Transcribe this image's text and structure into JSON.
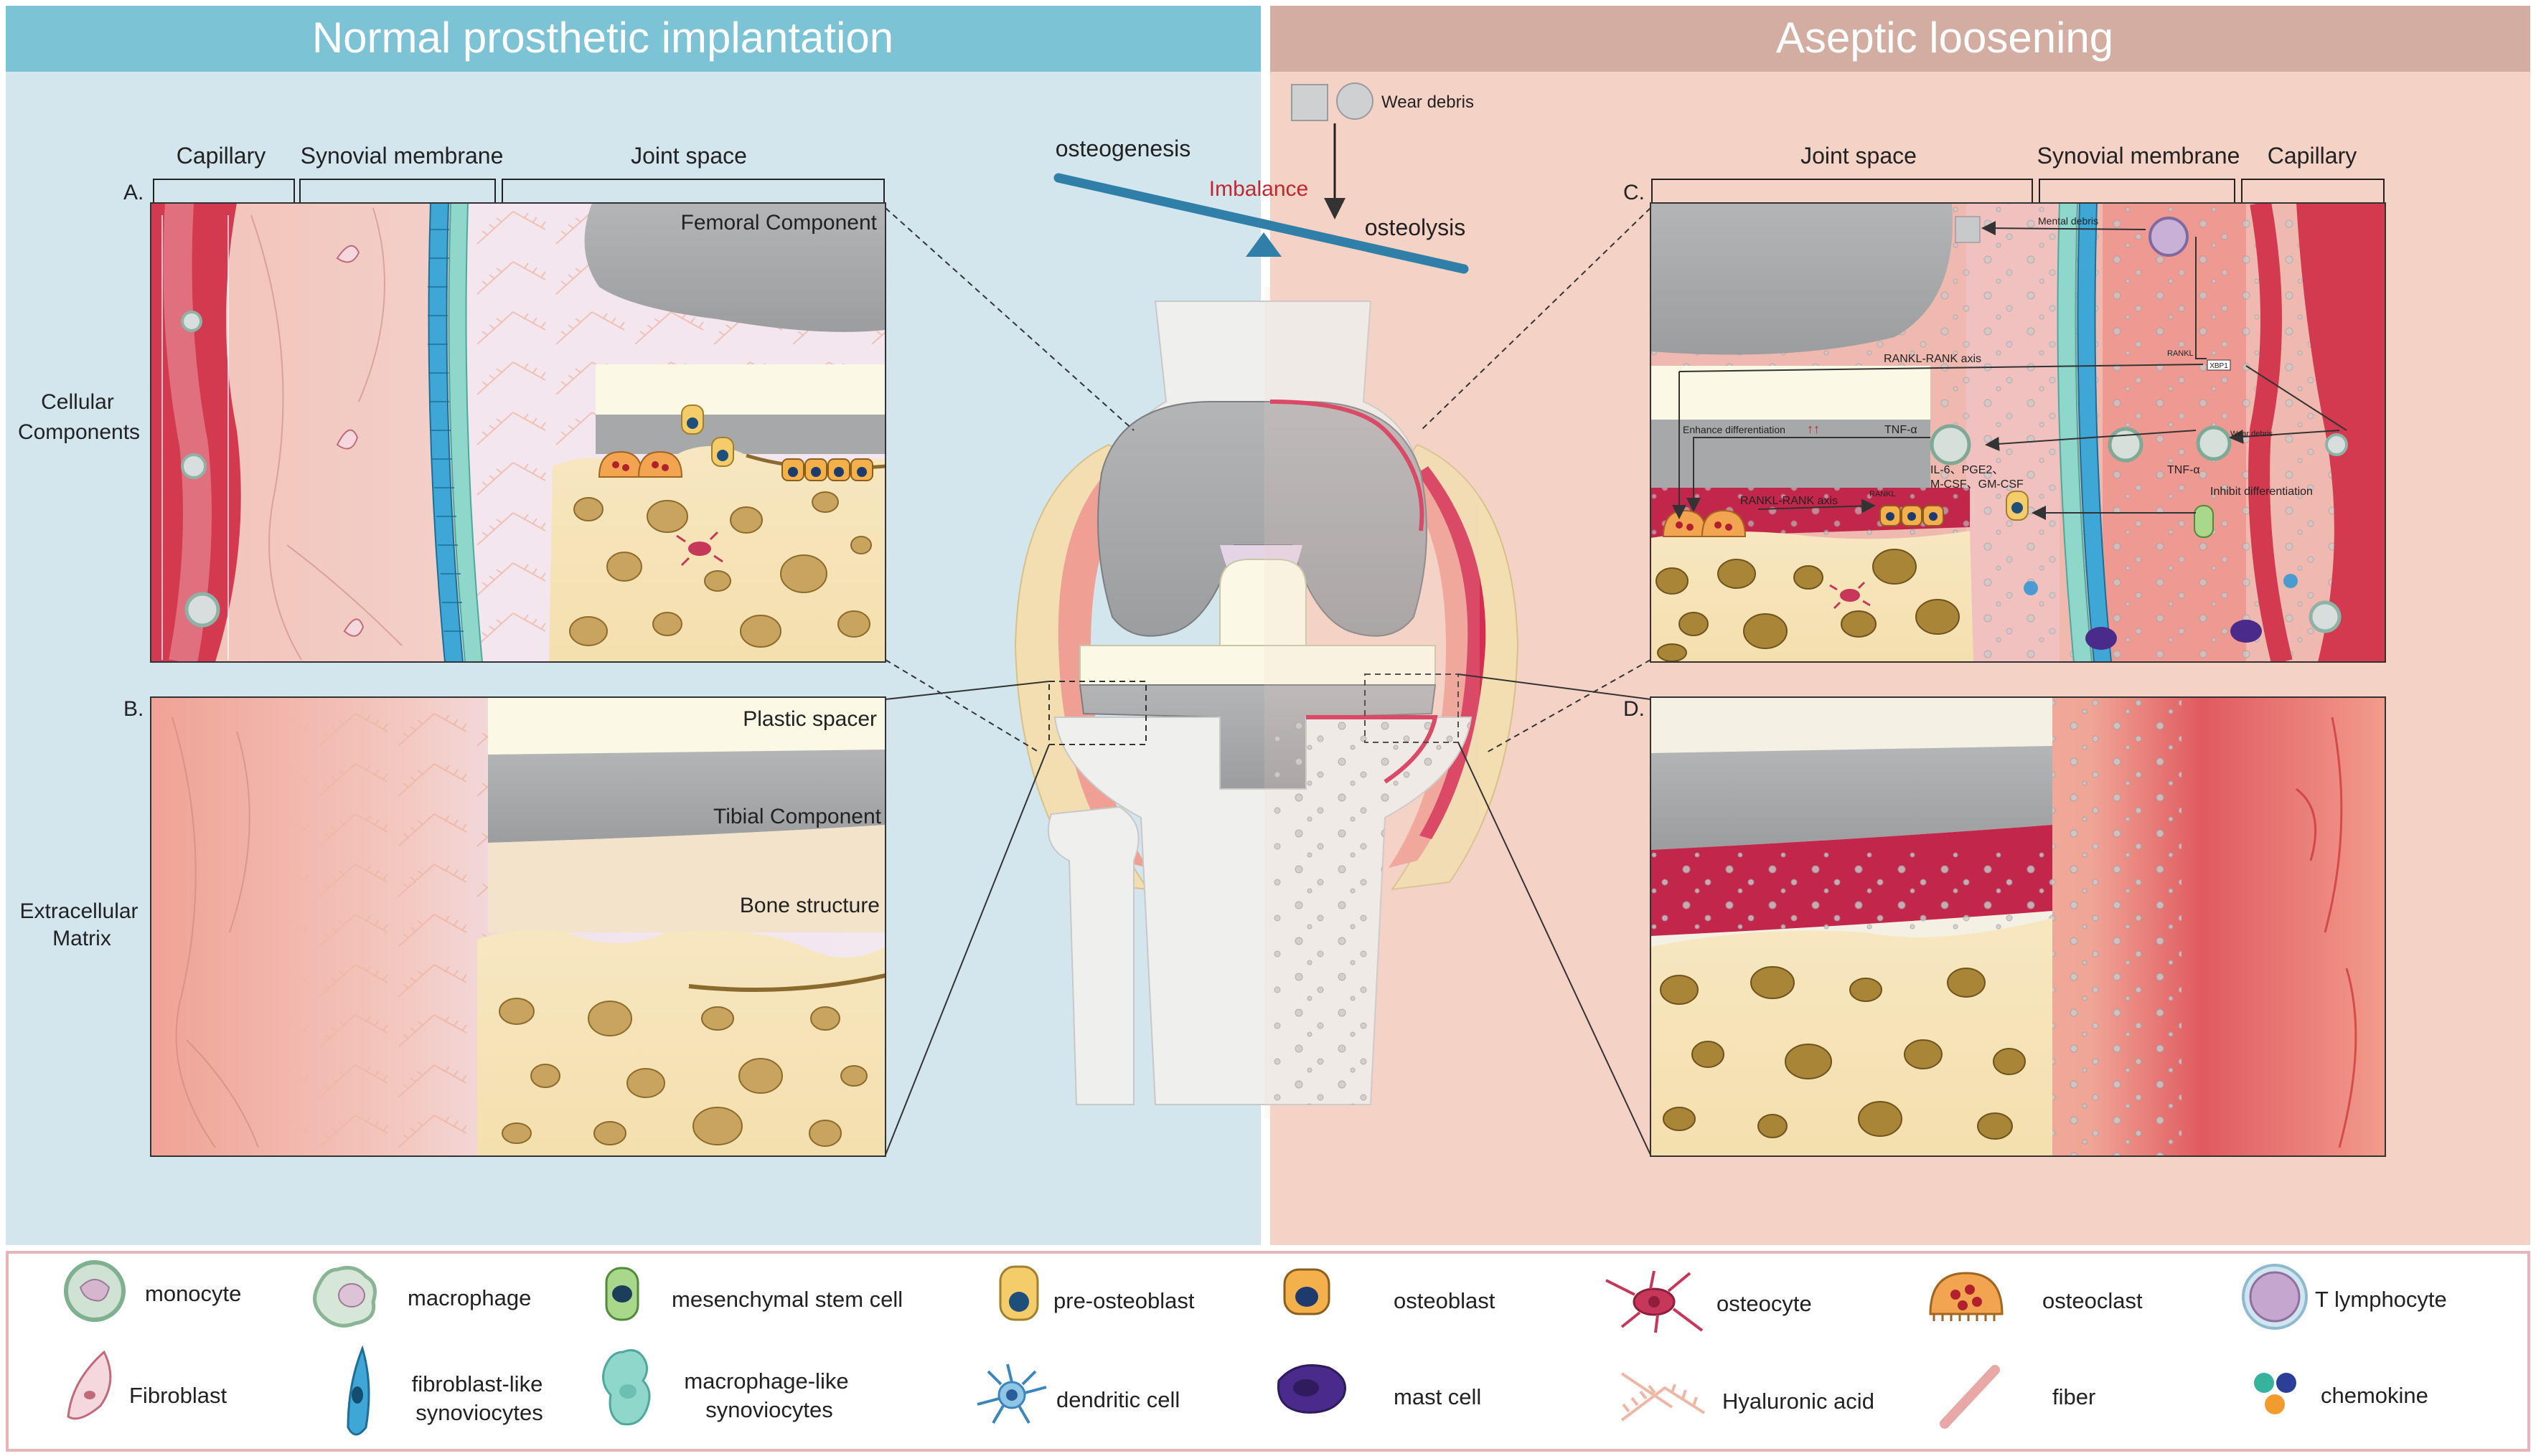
{
  "titles": {
    "left": "Normal prosthetic implantation",
    "right": "Aseptic loosening"
  },
  "panel_letters": {
    "a": "A.",
    "b": "B.",
    "c": "C.",
    "d": "D."
  },
  "row_labels": {
    "cellular": [
      "Cellular",
      "Components"
    ],
    "ecm": [
      "Extracellular",
      "Matrix"
    ]
  },
  "left_headers": {
    "capillary": "Capillary",
    "synovial": "Synovial membrane",
    "joint": "Joint space"
  },
  "right_headers": {
    "joint": "Joint space",
    "synovial": "Synovial membrane",
    "capillary": "Capillary"
  },
  "components": {
    "femoral": "Femoral Component",
    "spacer": "Plastic spacer",
    "tibial": "Tibial Component",
    "bone": "Bone structure"
  },
  "balance": {
    "osteogenesis": "osteogenesis",
    "imbalance": "Imbalance",
    "osteolysis": "osteolysis",
    "wear_debris": "Wear debris"
  },
  "panel_c_labels": {
    "mental_debris": "Mental debris",
    "rankl_rank_axis": "RANKL-RANK axis",
    "enhance": "Enhance differentiation",
    "tnf1": "TNF-α",
    "il6": "IL-6、PGE2、",
    "mcsf": "M-CSF、GM-CSF",
    "rankl_rank_axis2": "RANKL-RANK axis",
    "tnf2": "TNF-α",
    "inhibit": "Inhibit differentiation",
    "wear_small": "Wear debris",
    "rankl": "RANKL",
    "xbp1": "XBP1",
    "rankl2": "RANKL"
  },
  "legend": [
    {
      "key": "monocyte",
      "label": "monocyte",
      "icon": "monocyte-icon"
    },
    {
      "key": "macrophage",
      "label": "macrophage",
      "icon": "macrophage-icon"
    },
    {
      "key": "msc",
      "label": "mesenchymal stem cell",
      "icon": "mesenchymal-stem-cell-icon"
    },
    {
      "key": "preob",
      "label": "pre-osteoblast",
      "icon": "pre-osteoblast-icon"
    },
    {
      "key": "ob",
      "label": "osteoblast",
      "icon": "osteoblast-icon"
    },
    {
      "key": "osteocyte",
      "label": "osteocyte",
      "icon": "osteocyte-icon"
    },
    {
      "key": "osteoclast",
      "label": "osteoclast",
      "icon": "osteoclast-icon"
    },
    {
      "key": "tlymph",
      "label": "T lymphocyte",
      "icon": "t-lymphocyte-icon"
    },
    {
      "key": "fibroblast",
      "label": "Fibroblast",
      "icon": "fibroblast-icon"
    },
    {
      "key": "fls",
      "label_lines": [
        "fibroblast-like",
        "synoviocytes"
      ],
      "icon": "fibroblast-like-synoviocyte-icon"
    },
    {
      "key": "mls",
      "label_lines": [
        "macrophage-like",
        "synoviocytes"
      ],
      "icon": "macrophage-like-synoviocyte-icon"
    },
    {
      "key": "dc",
      "label": "dendritic cell",
      "icon": "dendritic-cell-icon"
    },
    {
      "key": "mast",
      "label": "mast cell",
      "icon": "mast-cell-icon"
    },
    {
      "key": "ha",
      "label": "Hyaluronic acid",
      "icon": "hyaluronic-acid-icon"
    },
    {
      "key": "fiber",
      "label": "fiber",
      "icon": "fiber-icon"
    },
    {
      "key": "chemokine",
      "label": "chemokine",
      "icon": "chemokine-icon"
    }
  ],
  "colors": {
    "left_bg": "#d3e6ee",
    "left_header": "#7dc3d6",
    "right_bg": "#f4d2c6",
    "right_header": "#d4ada2",
    "balance_bar": "#2f7fa8",
    "imbalance_text": "#c0282e",
    "vessel_red": "#c8384b",
    "bone_yellow": "#f5e3b8",
    "implant_gray": "#a8a9ab"
  }
}
